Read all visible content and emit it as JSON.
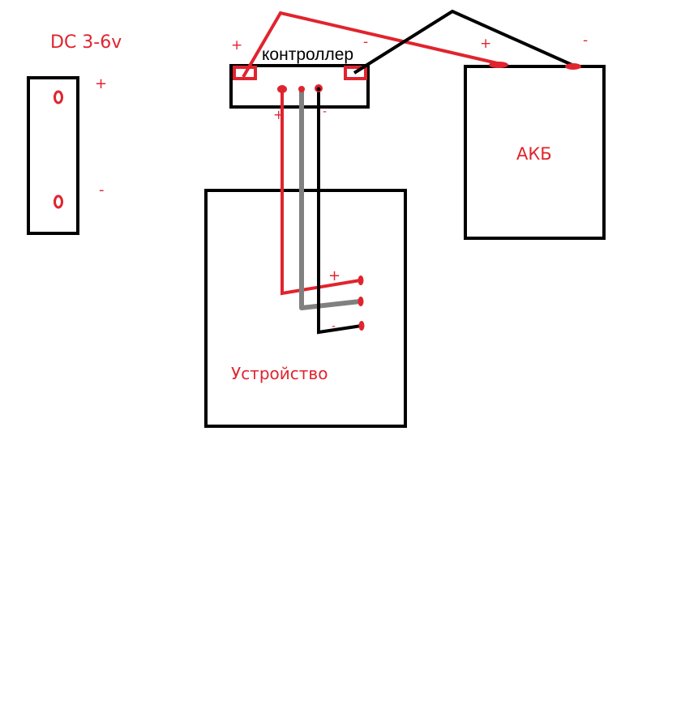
{
  "colors": {
    "red": "#e0242e",
    "black": "#000000",
    "gray": "#808080"
  },
  "dc_source": {
    "title": "DC 3-6v",
    "plus": "+",
    "minus": "-"
  },
  "controller": {
    "title": "контроллер",
    "plus": "+",
    "minus": "-",
    "out_plus": "+",
    "out_minus": "-"
  },
  "battery": {
    "title": "АКБ",
    "plus": "+",
    "minus": "-"
  },
  "device": {
    "title": "Устройство",
    "plus": "+",
    "minus": "-"
  }
}
